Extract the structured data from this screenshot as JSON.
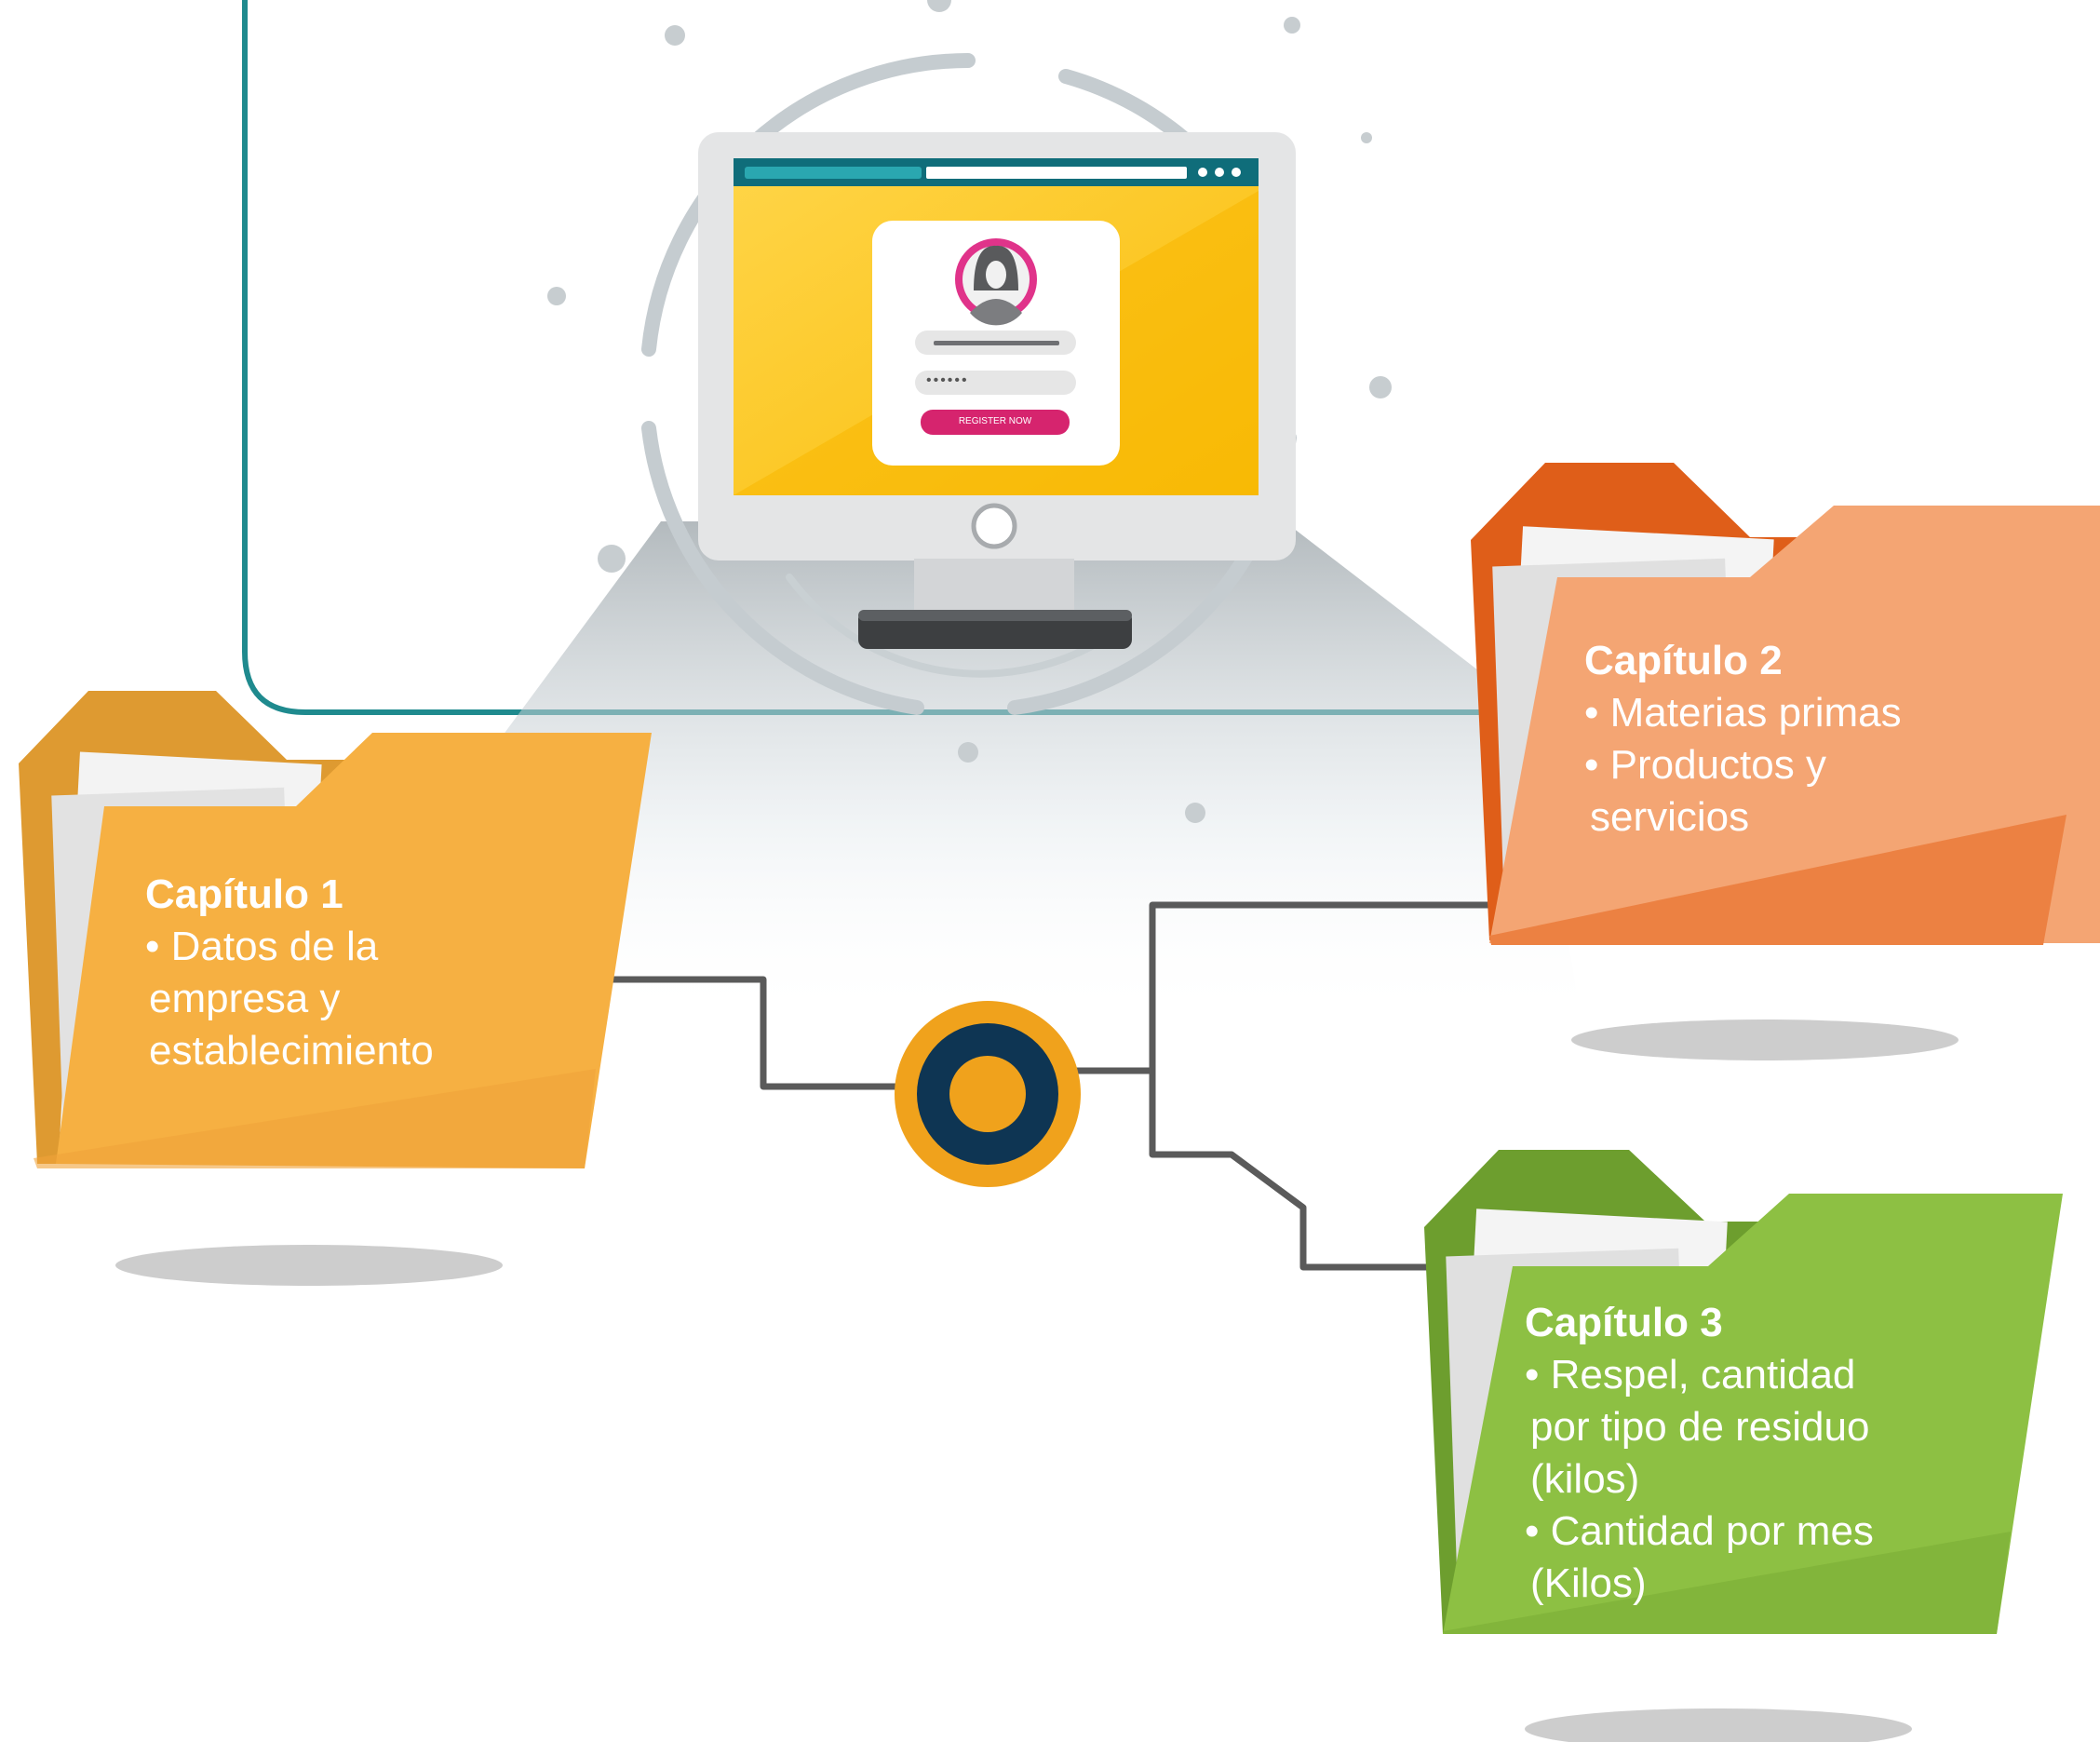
{
  "colors": {
    "frame_teal": "#1f8a8e",
    "connector_gray": "#5a5a5a",
    "hub_outer": "#f0a21c",
    "hub_inner_ring": "#0e3553",
    "hub_core": "#f0a21c",
    "folder1_front": "#f6b042",
    "folder1_back": "#de9a31",
    "folder2_front": "#f4a573",
    "folder2_back": "#df5e19",
    "folder3_front": "#8dc043",
    "folder3_back": "#6d9e2e",
    "screen_yellow": "#fcc317",
    "register_pink": "#d6246e"
  },
  "login_screen": {
    "password_mask": "••••••",
    "register_button": "REGISTER NOW"
  },
  "folders": [
    {
      "title": "Capítulo 1",
      "items": [
        "• Datos de la",
        "empresa y",
        "establecimiento"
      ]
    },
    {
      "title": "Capítulo 2",
      "items": [
        "• Materias primas",
        "• Productos y",
        "servicios"
      ]
    },
    {
      "title": "Capítulo 3",
      "items": [
        "• Respel, cantidad",
        "por tipo de residuo",
        "(kilos)",
        "• Cantidad por mes",
        "(Kilos)"
      ]
    }
  ]
}
